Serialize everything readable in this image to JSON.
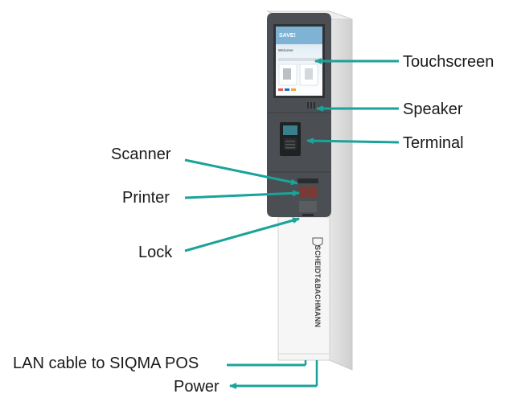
{
  "labels": {
    "touchscreen": "Touchscreen",
    "speaker": "Speaker",
    "terminal": "Terminal",
    "scanner": "Scanner",
    "printer": "Printer",
    "lock": "Lock",
    "lan": "LAN cable to SIQMA POS",
    "power": "Power"
  },
  "screen": {
    "heading": "SAVE!",
    "welcome": "Welcome"
  },
  "brand": "SCHEIDT&BACHMANN",
  "colors": {
    "arrow": "#1aa39a",
    "kiosk_dark": "#4a4d50",
    "kiosk_white": "#f4f4f4"
  }
}
